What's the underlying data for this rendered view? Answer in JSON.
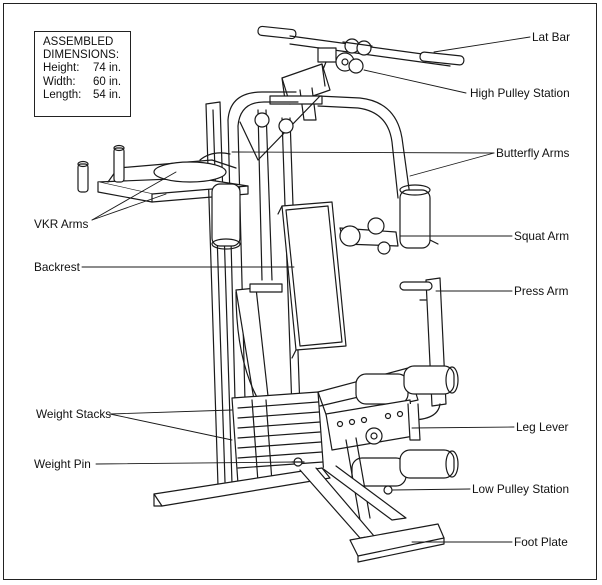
{
  "dimensions": {
    "title_line1": "ASSEMBLED",
    "title_line2": "DIMENSIONS:",
    "rows": [
      {
        "label": "Height:",
        "value": "74 in."
      },
      {
        "label": "Width:",
        "value": "60 in."
      },
      {
        "label": "Length:",
        "value": "54 in."
      }
    ]
  },
  "callouts": {
    "lat_bar": "Lat Bar",
    "high_pulley_station": "High Pulley Station",
    "butterfly_arms": "Butterfly Arms",
    "vkr_arms": "VKR Arms",
    "squat_arm": "Squat Arm",
    "backrest": "Backrest",
    "press_arm": "Press Arm",
    "weight_stacks": "Weight Stacks",
    "leg_lever": "Leg Lever",
    "weight_pin": "Weight Pin",
    "low_pulley_station": "Low Pulley Station",
    "foot_plate": "Foot Plate"
  },
  "colors": {
    "line": "#1a1a1a",
    "background": "#ffffff"
  }
}
